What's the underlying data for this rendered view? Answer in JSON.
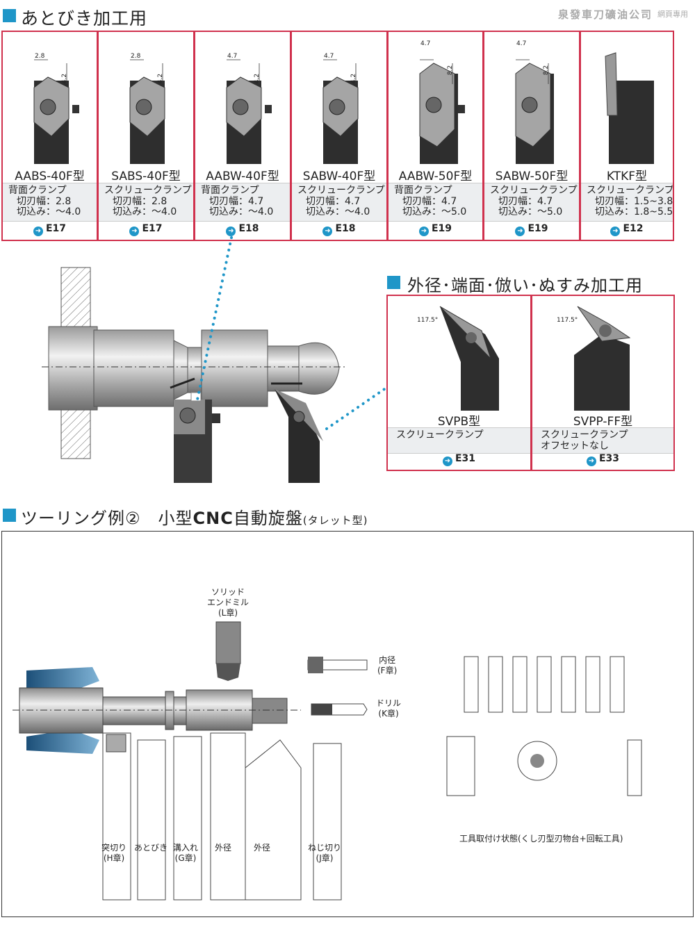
{
  "section1": {
    "title": "あとびき加工用"
  },
  "watermark": {
    "company": "泉發車刀礦油公司",
    "note": "網頁專用"
  },
  "tools": [
    {
      "name": "AABS-40F型",
      "desc1": "背面クランプ",
      "desc2": "切刃幅：2.8",
      "desc3": "切込み：～4.0",
      "ref": "E17",
      "dims": [
        "2.8",
        "4.2"
      ]
    },
    {
      "name": "SABS-40F型",
      "desc1": "スクリュークランプ",
      "desc2": "切刃幅：2.8",
      "desc3": "切込み：～4.0",
      "ref": "E17",
      "dims": [
        "2.8",
        "4.2"
      ]
    },
    {
      "name": "AABW-40F型",
      "desc1": "背面クランプ",
      "desc2": "切刃幅：4.7",
      "desc3": "切込み：～4.0",
      "ref": "E18",
      "dims": [
        "4.7",
        "4.2"
      ]
    },
    {
      "name": "SABW-40F型",
      "desc1": "スクリュークランプ",
      "desc2": "切刃幅：4.7",
      "desc3": "切込み：～4.0",
      "ref": "E18",
      "dims": [
        "4.7",
        "4.2"
      ]
    },
    {
      "name": "AABW-50F型",
      "desc1": "背面クランプ",
      "desc2": "切刃幅：4.7",
      "desc3": "切込み：～5.0",
      "ref": "E19",
      "dims": [
        "4.7",
        "8.2"
      ]
    },
    {
      "name": "SABW-50F型",
      "desc1": "スクリュークランプ",
      "desc2": "切刃幅：4.7",
      "desc3": "切込み：～5.0",
      "ref": "E19",
      "dims": [
        "4.7",
        "8.2"
      ]
    },
    {
      "name": "KTKF型",
      "desc1": "スクリュークランプ",
      "desc2": "切刃幅：1.5~3.8",
      "desc3": "切込み：1.8~5.5",
      "ref": "E12",
      "dims": []
    }
  ],
  "section2": {
    "title": "外径･端面･倣い･ぬすみ加工用"
  },
  "tools2": [
    {
      "name": "SVPB型",
      "desc1": "スクリュークランプ",
      "desc2": "",
      "ref": "E31",
      "angle": "117.5°"
    },
    {
      "name": "SVPP-FF型",
      "desc1": "スクリュークランプ",
      "desc2": "オフセットなし",
      "ref": "E33",
      "angle": "117.5°"
    }
  ],
  "section3": {
    "title_main": "ツーリング例②　小型",
    "title_bold": "CNC",
    "title_after": "自動旋盤",
    "title_small": "(タレット型)"
  },
  "diagram": {
    "solid_endmill": [
      "ソリッド",
      "エンドミル",
      "(L章)"
    ],
    "inner_dia": [
      "内径",
      "(F章)"
    ],
    "drill": [
      "ドリル",
      "(K章)"
    ],
    "cut_off": [
      "突切り",
      "(H章)"
    ],
    "atobiki": "あとびき",
    "grooving": [
      "溝入れ",
      "(G章)"
    ],
    "outer1": "外径",
    "outer2": "外径",
    "threading": [
      "ねじ切り",
      "(J章)"
    ],
    "mount_caption": "工具取付け状態(くし刃型刃物台+回転工具)"
  }
}
